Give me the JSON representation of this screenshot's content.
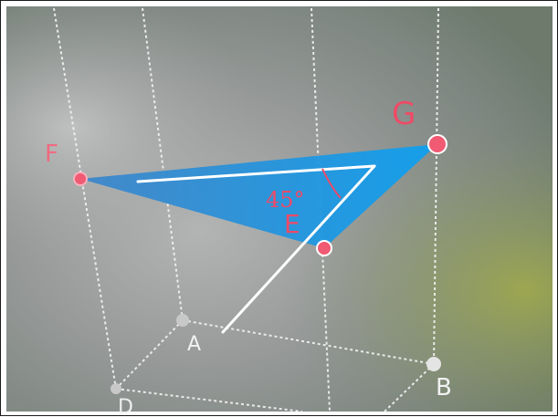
{
  "points": {
    "A": "A",
    "B": "B",
    "D": "D",
    "E": "E",
    "F": "F",
    "G": "G"
  },
  "angle_label": "45°",
  "colors": {
    "triangle": "#1a9be6",
    "highlight_points": "#f05a73",
    "highlight_labels": "#f04a66",
    "base_points": "#c8c8c8",
    "base_labels": "#f2f2f2",
    "edges": "#ffffff"
  }
}
